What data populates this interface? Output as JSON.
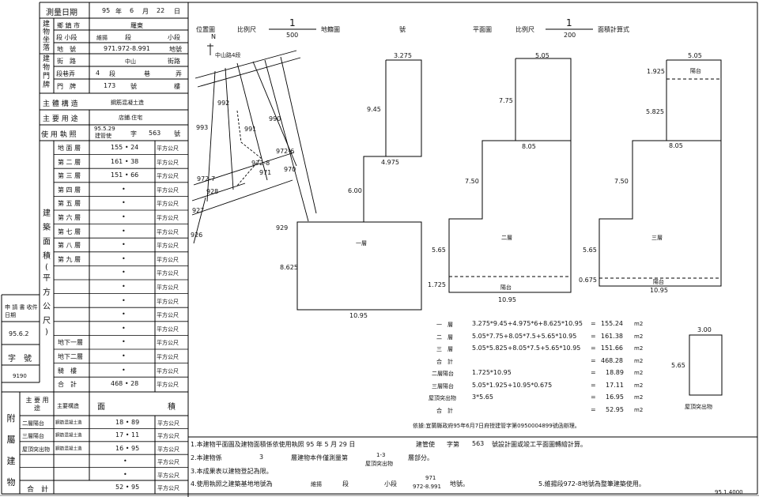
{
  "left_table": {
    "survey_date_label": "測量日期",
    "survey_date": {
      "year": "95",
      "year_unit": "年",
      "month": "6",
      "month_unit": "月",
      "day": "22",
      "day_unit": "日"
    },
    "location_group": "建物坐落",
    "township_label": "鄉 鎮 市",
    "township_value": "羅東",
    "section_label": "段 小段",
    "section_value": "維揚",
    "section_mid": "段",
    "section_small": "小段",
    "lot_label": "地　號",
    "lot_value": "971.972-8.991",
    "lot_unit": "地號",
    "door_group": "建物門牌",
    "street_label": "街　路",
    "street_value": "中山",
    "street_unit": "街路",
    "lane_label": "段巷弄",
    "lane_value": "4",
    "lane_duan": "段",
    "lane_xiang": "巷",
    "lane_nong": "弄",
    "door_label": "門　牌",
    "door_value": "173",
    "door_hao": "號",
    "door_lou": "樓",
    "structure_label": "主 體 構 造",
    "structure_value": "鋼筋混凝土造",
    "usage_label": "主 要 用 途",
    "usage_value": "店鋪.住宅",
    "license_label": "使 用 執 照",
    "license_date": "95.5.29",
    "license_type": "建管使",
    "license_zi": "字",
    "license_no": "563",
    "license_hao": "號",
    "area_group": [
      "建",
      "築",
      "面",
      "積",
      "(",
      "平",
      "方",
      "公",
      "尺",
      ")"
    ],
    "floors": [
      {
        "name": "地 面 層",
        "value": "155 • 24",
        "unit": "平方公尺"
      },
      {
        "name": "第 二 層",
        "value": "161 • 38",
        "unit": "平方公尺"
      },
      {
        "name": "第 三 層",
        "value": "151 • 66",
        "unit": "平方公尺"
      },
      {
        "name": "第 四 層",
        "value": "•",
        "unit": "平方公尺"
      },
      {
        "name": "第 五 層",
        "value": "•",
        "unit": "平方公尺"
      },
      {
        "name": "第 六 層",
        "value": "•",
        "unit": "平方公尺"
      },
      {
        "name": "第 七 層",
        "value": "•",
        "unit": "平方公尺"
      },
      {
        "name": "第 八 層",
        "value": "•",
        "unit": "平方公尺"
      },
      {
        "name": "第 九 層",
        "value": "•",
        "unit": "平方公尺"
      },
      {
        "name": "",
        "value": "•",
        "unit": "平方公尺"
      },
      {
        "name": "",
        "value": "•",
        "unit": "平方公尺"
      },
      {
        "name": "",
        "value": "•",
        "unit": "平方公尺"
      },
      {
        "name": "",
        "value": "•",
        "unit": "平方公尺"
      },
      {
        "name": "",
        "value": "•",
        "unit": "平方公尺"
      },
      {
        "name": "地下一層",
        "value": "•",
        "unit": "平方公尺"
      },
      {
        "name": "地下二層",
        "value": "•",
        "unit": "平方公尺"
      },
      {
        "name": "騎　樓",
        "value": "•",
        "unit": "平方公尺"
      },
      {
        "name": "合　計",
        "value": "468 • 28",
        "unit": "平方公尺"
      }
    ],
    "apply_label": "申 請 書 收件日期",
    "apply_date": "95.6.2",
    "zi_hao_label": "字　號",
    "zi_hao_value": "9190",
    "annex_label": [
      "附",
      "屬",
      "建",
      "物"
    ],
    "annex_header": {
      "use": "主 要 用 途",
      "struct": "主要構造",
      "area": "面",
      "area2": "積"
    },
    "annex_rows": [
      {
        "use": "二層陽台",
        "struct": "鋼筋混凝土造",
        "value": "18 • 89",
        "unit": "平方公尺"
      },
      {
        "use": "三層陽台",
        "struct": "鋼筋混凝土造",
        "value": "17 • 11",
        "unit": "平方公尺"
      },
      {
        "use": "屋頂突出物",
        "struct": "鋼筋混凝土造",
        "value": "16 • 95",
        "unit": "平方公尺"
      },
      {
        "use": "",
        "struct": "",
        "value": "•",
        "unit": "平方公尺"
      },
      {
        "use": "",
        "struct": "",
        "value": "•",
        "unit": "平方公尺"
      }
    ],
    "annex_total_label": "合　計",
    "annex_total_value": "52 • 95",
    "annex_total_unit": "平方公尺"
  },
  "location_map": {
    "title": "位置圖",
    "scale_label": "比例尺",
    "scale_num": "1",
    "scale_den": "500",
    "cadastral": "地籍圖",
    "hao": "號",
    "north": "N",
    "road": "中山路4段",
    "lots": [
      "992",
      "993",
      "991",
      "990",
      "972-6",
      "972-8",
      "971",
      "970",
      "972-7",
      "928",
      "927",
      "926",
      "929"
    ]
  },
  "plan": {
    "title": "平面圖",
    "scale_label": "比例尺",
    "scale_num": "1",
    "scale_den": "200",
    "calc": "面積計算式",
    "ground": {
      "d1": "3.275",
      "d2": "9.45",
      "d3": "4.975",
      "d4": "6.00",
      "d5": "8.625",
      "d6": "10.95",
      "label": "一層"
    },
    "second": {
      "d1": "5.05",
      "d2": "7.75",
      "d3": "8.05",
      "d4": "7.50",
      "d5": "5.65",
      "d6": "1.725",
      "d7": "10.95",
      "label": "二層",
      "balcony": "陽台"
    },
    "third": {
      "d1": "5.05",
      "d2": "1.925",
      "d3": "5.825",
      "d4": "8.05",
      "d5": "7.50",
      "d6": "5.65",
      "d7": "0.675",
      "d8": "10.95",
      "label": "三層",
      "balcony": "陽台",
      "balcony2": "陽台"
    },
    "roof": {
      "w": "3.00",
      "h": "5.65",
      "label": "屋頂突出物"
    }
  },
  "calc_rows": [
    {
      "name": "一　層",
      "formula": "3.275*9.45+4.975*6+8.625*10.95",
      "eq": "=",
      "value": "155.24",
      "unit": "m2"
    },
    {
      "name": "二　層",
      "formula": "5.05*7.75+8.05*7.5+5.65*10.95",
      "eq": "=",
      "value": "161.38",
      "unit": "m2"
    },
    {
      "name": "三　層",
      "formula": "5.05*5.825+8.05*7.5+5.65*10.95",
      "eq": "=",
      "value": "151.66",
      "unit": "m2"
    },
    {
      "name": "合　計",
      "formula": "",
      "eq": "=",
      "value": "468.28",
      "unit": "m2"
    },
    {
      "name": "二層陽台",
      "formula": "1.725*10.95",
      "eq": "=",
      "value": "18.89",
      "unit": "m2"
    },
    {
      "name": "三層陽台",
      "formula": "5.05*1.925+10.95*0.675",
      "eq": "=",
      "value": "17.11",
      "unit": "m2"
    },
    {
      "name": "屋頂突出物",
      "formula": "3*5.65",
      "eq": "=",
      "value": "16.95",
      "unit": "m2"
    },
    {
      "name": "合　計",
      "formula": "",
      "eq": "=",
      "value": "52.95",
      "unit": "m2"
    }
  ],
  "basis": "依據:宜蘭縣政府95年6月7日府授建管字第0950004899號函辦理。",
  "notes": {
    "n1_a": "1.本建物平面圖及建物面積係依使用執照 95 年 5 月 29 日",
    "n1_b": "建管使",
    "n1_c": "字第",
    "n1_d": "563",
    "n1_e": "號設計圖或竣工平面圖轉繪計算。",
    "n2_a": "2.本建物係",
    "n2_b": "3",
    "n2_c": "層建物本件僅測量第",
    "n2_d": "1-3",
    "n2_e": "層部分。",
    "n2_f": "屋頂突出物",
    "n3": "3.本成果表以建物登記為限。",
    "n4_a": "4.使用執照之建築基地地號為",
    "n4_b": "維揚",
    "n4_c": "段",
    "n4_d": "小段",
    "n4_e": "971",
    "n4_f": "972-8.991",
    "n4_g": "地號。",
    "n5": "5.維揚段972-8地號為整筆建築使用。"
  },
  "footer": "95.1.4000"
}
